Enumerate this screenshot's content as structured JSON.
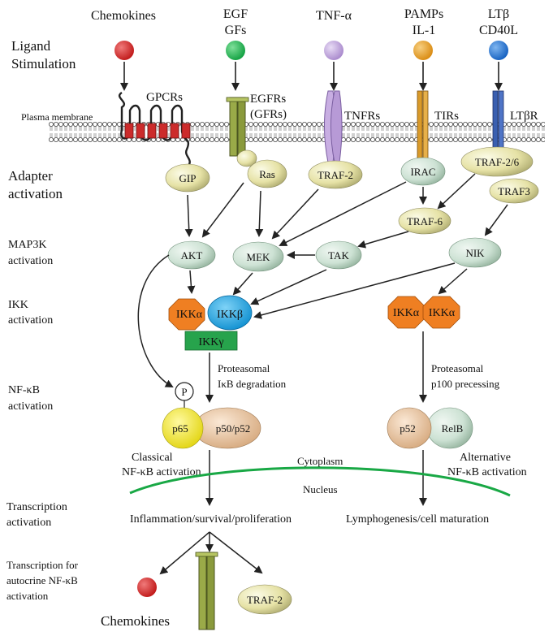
{
  "ligands": {
    "chemokines": "Chemokines",
    "egf": "EGF",
    "gfs": "GFs",
    "tnf": "TNF-α",
    "pamps": "PAMPs",
    "il1": "IL-1",
    "ltb": "LTβ",
    "cd40l": "CD40L"
  },
  "stages": {
    "ligand_1": "Ligand",
    "ligand_2": "Stimulation",
    "adapter_1": "Adapter",
    "adapter_2": "activation",
    "map3k_1": "MAP3K",
    "map3k_2": "activation",
    "ikk_1": "IKK",
    "ikk_2": "activation",
    "nfkb_1": "NF-κB",
    "nfkb_2": "activation",
    "transcription_1": "Transcription",
    "transcription_2": "activation",
    "autocrine_1": "Transcription for",
    "autocrine_2": "autocrine NF-κB",
    "autocrine_3": "activation"
  },
  "membrane": {
    "label": "Plasma membrane"
  },
  "receptors": {
    "gpcrs": "GPCRs",
    "egfrs": "EGFRs",
    "gfrs": "(GFRs)",
    "tnfrs": "TNFRs",
    "tirs": "TIRs",
    "ltbr": "LTβR"
  },
  "nodes": {
    "gip": "GIP",
    "ras": "Ras",
    "traf2": "TRAF-2",
    "irac": "IRAC",
    "traf26": "TRAF-2/6",
    "traf3": "TRAF3",
    "traf6": "TRAF-6",
    "akt": "AKT",
    "mek": "MEK",
    "tak": "TAK",
    "nik": "NIK",
    "ikk_alpha": "IKKα",
    "ikk_beta": "IKKβ",
    "ikk_gamma": "IKKγ",
    "ikk_alpha_1": "IKKα",
    "ikk_alpha_2": "IKKα",
    "phospho": "P",
    "p65": "p65",
    "p50p52": "p50/p52",
    "p52": "p52",
    "relb": "RelB"
  },
  "annotations": {
    "proteasomal_classical_1": "Proteasomal",
    "proteasomal_classical_2": "IκB degradation",
    "proteasomal_alt_1": "Proteasomal",
    "proteasomal_alt_2": "p100 precessing",
    "classical_1": "Classical",
    "classical_2": "NF-κB activation",
    "alternative_1": "Alternative",
    "alternative_2": "NF-κB activation",
    "cytoplasm": "Cytoplasm",
    "nucleus": "Nucleus",
    "outcome_classical": "Inflammation/survival/proliferation",
    "outcome_alternative": "Lymphogenesis/cell maturation",
    "bottom_chemokines": "Chemokines",
    "bottom_traf2": "TRAF-2"
  },
  "colors": {
    "chemokine": "#d42020",
    "egf": "#1fb04a",
    "tnf": "#b79ad6",
    "pamps": "#e39a1c",
    "ltb": "#1f6fd0",
    "gpcr": "#cc2b2b",
    "egfr": "#9aaa48",
    "tnfr": "#b79ad6",
    "tir": "#d99a2a",
    "ltbr": "#3a5fb0",
    "adapter": "#ece9b5",
    "kinase": "#cfe3d6",
    "ikk_orange": "#ef7f22",
    "ikk_blue": "#1aa6e8",
    "ikk_green": "#27a34c",
    "p65": "#f2ea1e",
    "p50": "#e9c9a3",
    "nucleus_line": "#19a845"
  }
}
